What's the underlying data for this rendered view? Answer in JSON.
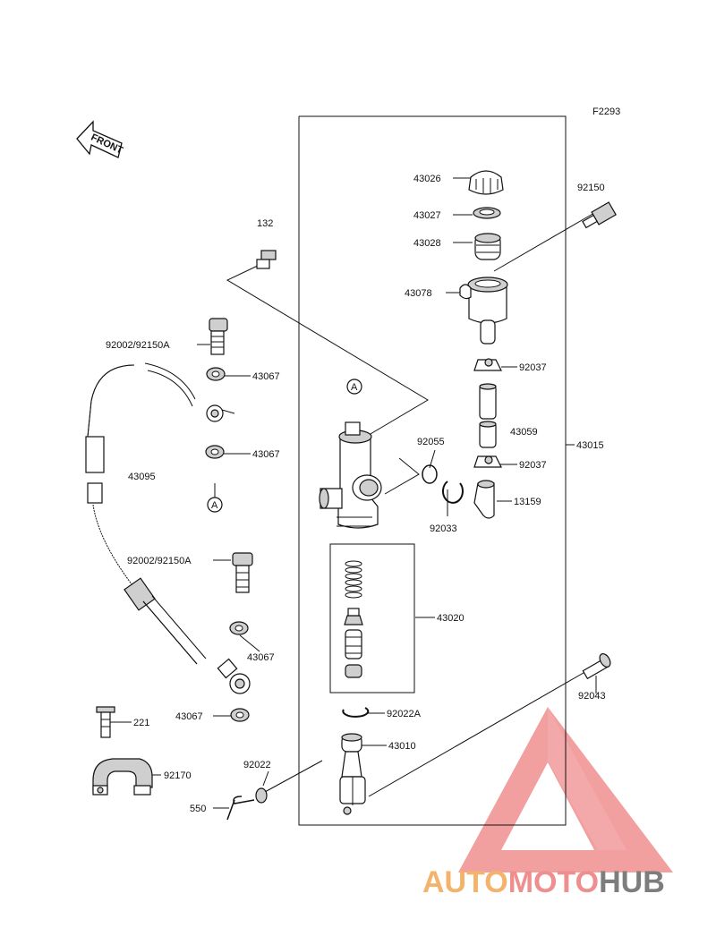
{
  "diagram_code": "F2293",
  "front_label": "FRONT",
  "callout_a": "A",
  "parts": {
    "p43026": "43026",
    "p43027": "43027",
    "p43028": "43028",
    "p43078": "43078",
    "p92150": "92150",
    "p132": "132",
    "p92002_92150A_top": "92002/92150A",
    "p43067_1": "43067",
    "p43067_2": "43067",
    "p43067_3": "43067",
    "p43067_4": "43067",
    "p43095": "43095",
    "p92002_92150A_bottom": "92002/92150A",
    "p92037_top": "92037",
    "p43059": "43059",
    "p92037_bottom": "92037",
    "p92055": "92055",
    "p92033": "92033",
    "p13159": "13159",
    "p43015": "43015",
    "p43020": "43020",
    "p92022A": "92022A",
    "p43010": "43010",
    "p92022": "92022",
    "p92043": "92043",
    "p221": "221",
    "p92170": "92170",
    "p550": "550"
  },
  "watermark": {
    "part1": "AUTO",
    "part2": "MOTO",
    "part3": "HUB",
    "color1": "#f4b36b",
    "color2": "#ee8e8e",
    "color3": "#7d7d7d"
  }
}
